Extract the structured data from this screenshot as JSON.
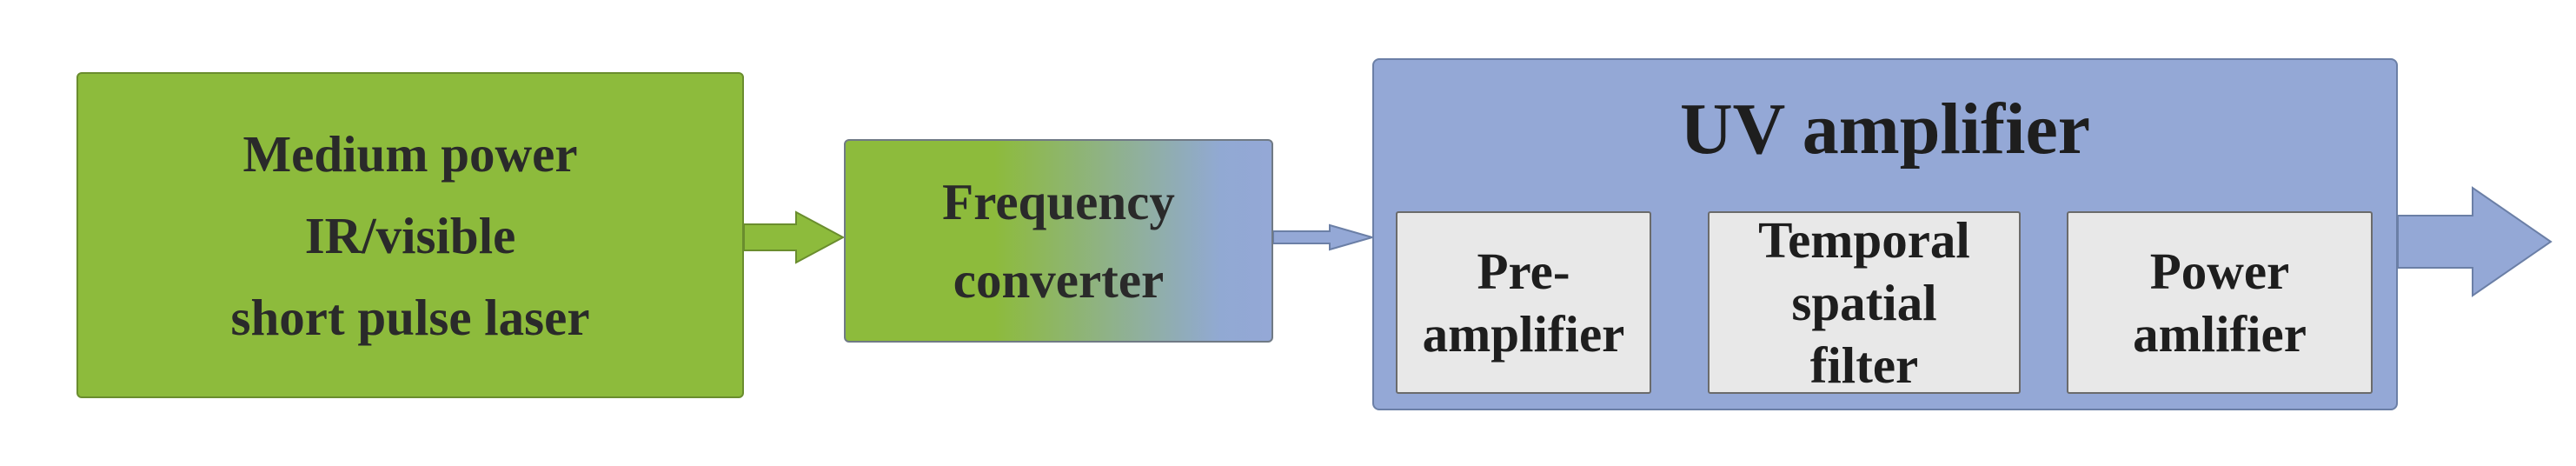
{
  "laser": {
    "lines": [
      "Medium power",
      "IR/visible",
      "short pulse laser"
    ]
  },
  "converter": {
    "lines": [
      "Frequency",
      "converter"
    ]
  },
  "uv_amplifier": {
    "title": "UV amplifier",
    "stages": [
      {
        "lines": [
          "Pre-",
          "amplifier"
        ]
      },
      {
        "lines": [
          "Temporal",
          "spatial",
          "filter"
        ]
      },
      {
        "lines": [
          "Power",
          "amlifier"
        ]
      }
    ]
  },
  "colors": {
    "laser_green": "#8dbb3c",
    "uv_blue": "#94a8d6",
    "stage_gray": "#e8e8e8"
  }
}
